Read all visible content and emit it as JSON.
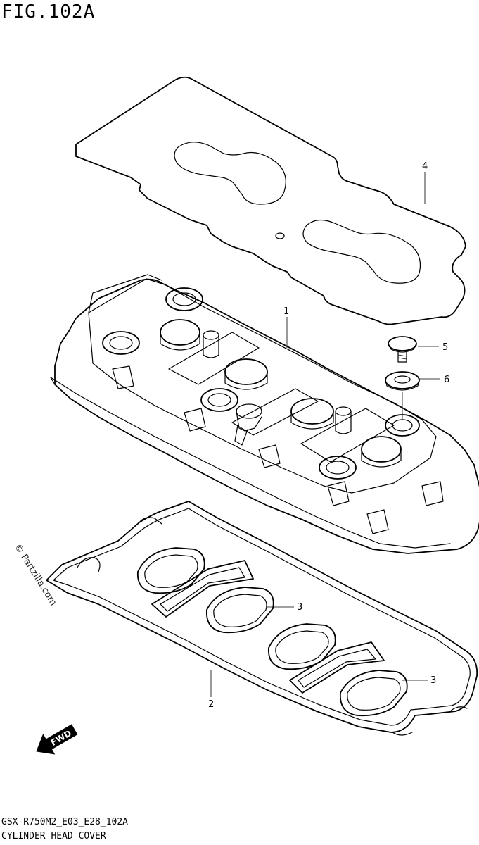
{
  "figure": {
    "title": "FIG.102A"
  },
  "footer": {
    "code": "GSX-R750M2_E03_E28_102A",
    "caption": "CYLINDER HEAD COVER"
  },
  "watermark": {
    "text": "© Partzilla.com"
  },
  "fwd_arrow": {
    "label": "FWD"
  },
  "callouts": [
    {
      "id": "c1",
      "number": "1"
    },
    {
      "id": "c2",
      "number": "2"
    },
    {
      "id": "c3a",
      "number": "3"
    },
    {
      "id": "c3b",
      "number": "3"
    },
    {
      "id": "c4",
      "number": "4"
    },
    {
      "id": "c5",
      "number": "5"
    },
    {
      "id": "c6",
      "number": "6"
    }
  ]
}
